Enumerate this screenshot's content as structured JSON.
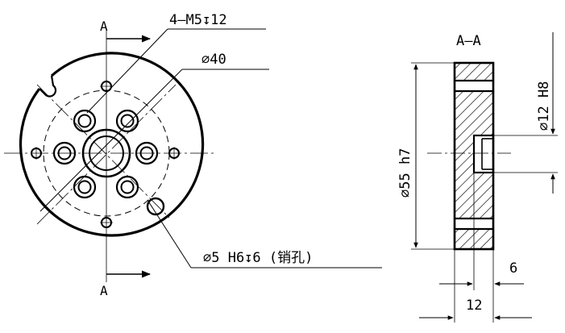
{
  "front_view": {
    "section_mark": "A",
    "callouts": {
      "tapped_holes": "4–M5↧12",
      "bolt_circle": "⌀40",
      "pin_holes": "⌀5 H6↧6 (销孔)"
    }
  },
  "section_view": {
    "title": "A–A",
    "outer_diameter": "⌀55 h7",
    "bore_diameter": "⌀12 H8",
    "thickness": "12",
    "counterbore_depth": "6"
  }
}
